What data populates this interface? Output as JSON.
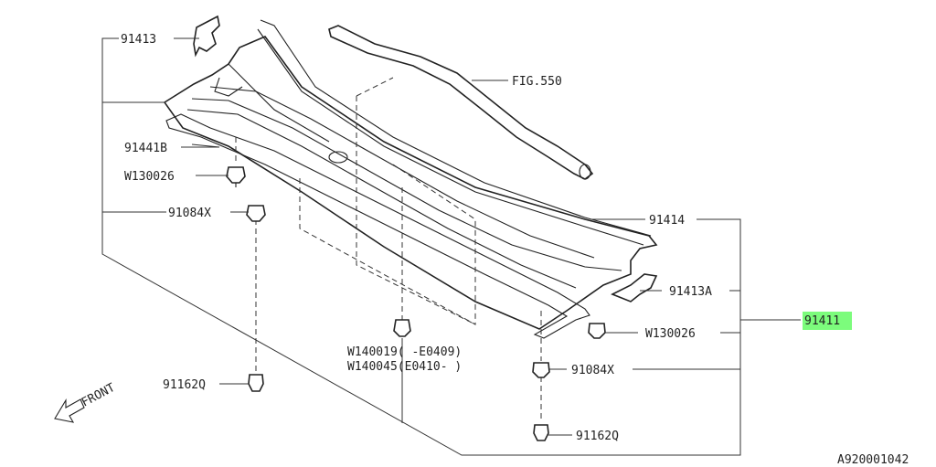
{
  "labels": {
    "p91413": "91413",
    "fig550": "FIG.550",
    "p91441b": "91441B",
    "w130026_left": "W130026",
    "p91084x_left": "91084X",
    "p91414": "91414",
    "p91413a": "91413A",
    "p91411": "91411",
    "w130026_right": "W130026",
    "w140019": "W140019(  -E0409)",
    "w140045": "W140045(E0410-  )",
    "p91084x_right": "91084X",
    "p91162q_left": "91162Q",
    "p91162q_right": "91162Q",
    "front": "FRONT",
    "diagram_id": "A920001042"
  },
  "highlight_color": "#7CFC7C"
}
